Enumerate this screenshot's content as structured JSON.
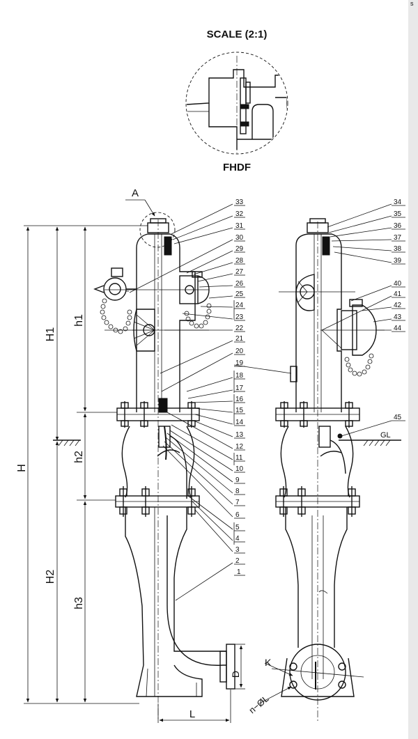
{
  "detail": {
    "title": "SCALE  (2:1)",
    "caption": "FHDF",
    "callout": "A"
  },
  "dimensions": {
    "H": "H",
    "H1": "H1",
    "H2": "H2",
    "h1": "h1",
    "h2": "h2",
    "h3": "h3",
    "L": "L",
    "D": "D",
    "K": "K",
    "holes": "n−ØL",
    "ground": "GL"
  },
  "left_view_labels": [
    "33",
    "32",
    "31",
    "30",
    "29",
    "28",
    "27",
    "26",
    "25",
    "24",
    "23",
    "22",
    "21",
    "20",
    "19",
    "18",
    "17",
    "16",
    "15",
    "14",
    "13",
    "12",
    "11",
    "10",
    "9",
    "8",
    "7",
    "6",
    "5",
    "4",
    "3",
    "2",
    "1"
  ],
  "right_view_labels": [
    "34",
    "35",
    "36",
    "37",
    "38",
    "39",
    "40",
    "41",
    "42",
    "43",
    "44",
    "45"
  ],
  "edge_text": "s"
}
